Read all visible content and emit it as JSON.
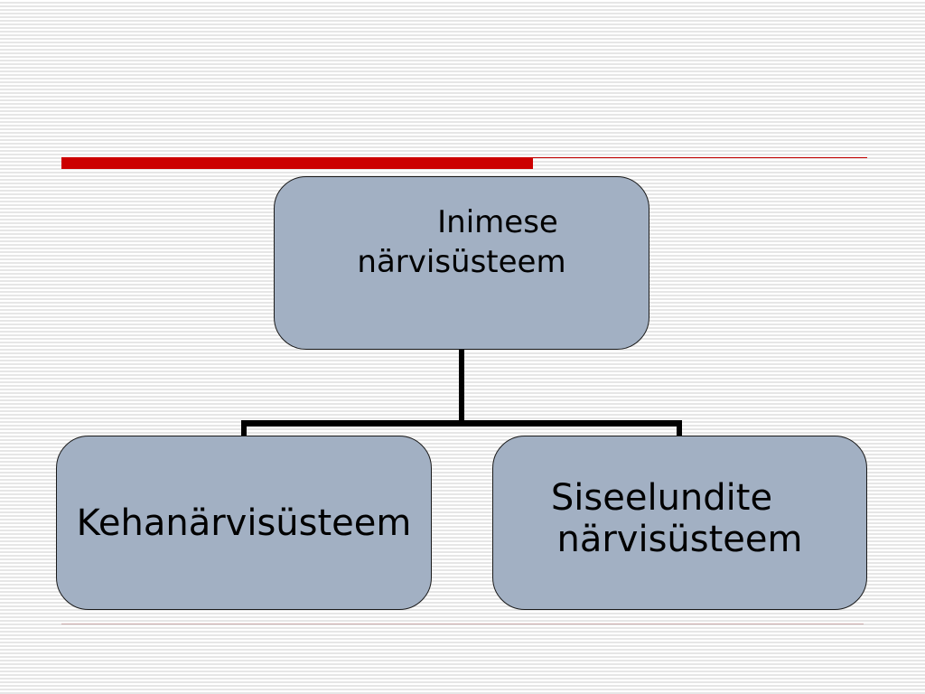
{
  "slide": {
    "decorations": {
      "accent_color": "#cc0000",
      "node_fill_color": "#a2b0c3",
      "connector_color": "#000000"
    },
    "diagram": {
      "type": "hierarchy",
      "root": {
        "lines": [
          "Inimese",
          "närvisüsteem"
        ]
      },
      "children": [
        {
          "lines": [
            "Kehanärvisüsteem"
          ]
        },
        {
          "lines": [
            "Siseelundite",
            "närvisüsteem"
          ]
        }
      ]
    }
  }
}
